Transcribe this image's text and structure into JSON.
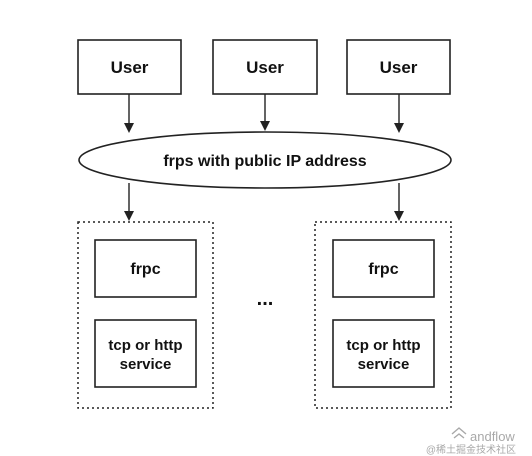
{
  "diagram": {
    "users": [
      "User",
      "User",
      "User"
    ],
    "server": "frps with public IP address",
    "left_group": {
      "client": "frpc",
      "service_line1": "tcp or http",
      "service_line2": "service"
    },
    "right_group": {
      "client": "frpc",
      "service_line1": "tcp or http",
      "service_line2": "service"
    },
    "ellipsis": "...",
    "colors": {
      "stroke": "#222222",
      "fill": "#ffffff",
      "watermark": "#9a9a9a"
    }
  },
  "watermark": {
    "author": "andflow",
    "platform": "@稀土掘金技术社区"
  }
}
